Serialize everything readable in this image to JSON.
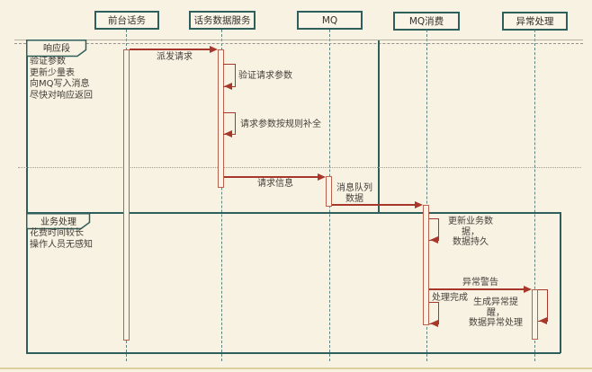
{
  "diagram_type": "sequence-diagram",
  "participants": {
    "front_office": "前台话务",
    "data_service": "话务数据服务",
    "mq": "MQ",
    "mq_consumer": "MQ消费",
    "exception_handler": "异常处理"
  },
  "frames": {
    "response": {
      "label": "响应段",
      "note": "验证参数\n更新少量表\n向MQ写入消息\n尽快对响应返回"
    },
    "business": {
      "label": "业务处理",
      "note": "花费时间较长\n操作人员无感知"
    }
  },
  "messages": {
    "dispatch_request": "派发请求",
    "validate_params": "验证请求参数",
    "complete_params": "请求参数按规则补全",
    "request_info": "请求信息",
    "queue_data": "消息队列\n数据",
    "update_business": "更新业务数据，\n数据持久",
    "exception_warning": "异常警告",
    "process_done": "处理完成",
    "generate_alert": "生成异常提醒，\n数据异常处理"
  },
  "colors": {
    "background": "#f8f2e3",
    "frame_border": "#2f5f5c",
    "lifeline": "#5e8380",
    "message_line": "#a6372a",
    "activation_border": "#b9604f",
    "text": "#3e3b34",
    "bottom_edge": "#ddcf9d"
  }
}
